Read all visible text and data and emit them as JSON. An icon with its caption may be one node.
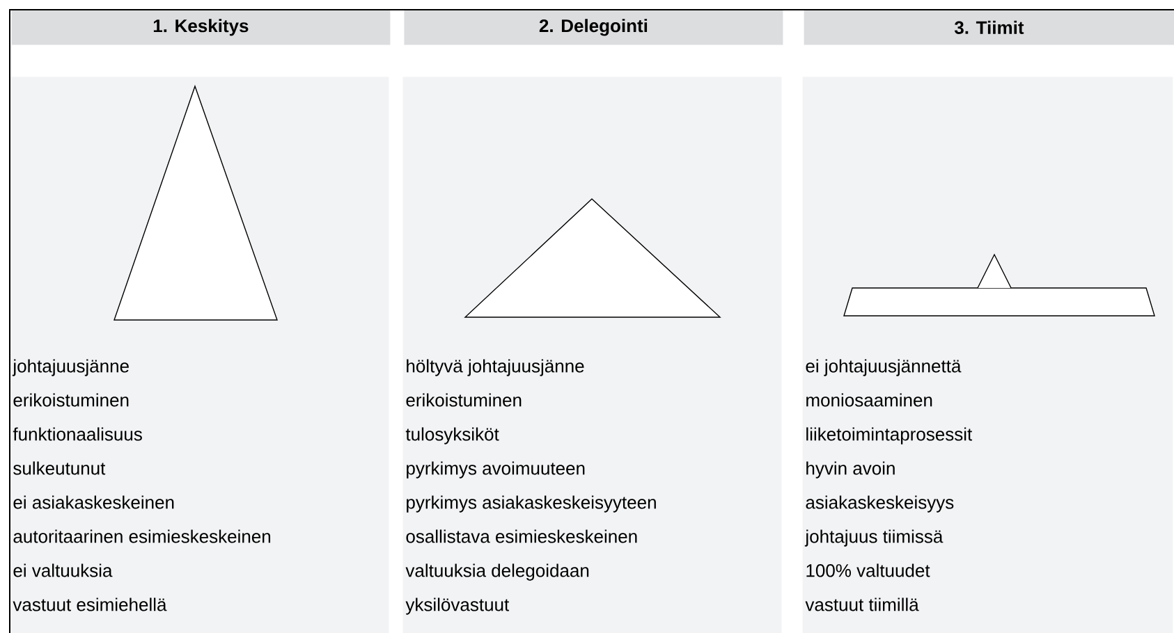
{
  "diagram": {
    "nodes": [
      {
        "text": [
          "1. Keskitys"
        ]
      },
      {
        "text": [
          "johtajuusjänne",
          "erikoistuminen",
          "funktionaalisuus",
          "sulkeutunut",
          "ei asiakaskeskeinen",
          "autoritaarinen esimieskeskeinen",
          "ei valtuuksia",
          "vastuut esimiehellä"
        ]
      },
      {
        "text": [
          "2. Delegointi"
        ]
      },
      {
        "text": [
          "höltyvä johtajuusjänne",
          "erikoistuminen",
          "tulosyksiköt",
          "pyrkimys avoimuuteen",
          "pyrkimys asiakaskeskeisyyteen",
          "osallistava esimieskeskeinen",
          "valtuuksia delegoidaan",
          "yksilövastuut"
        ]
      },
      {
        "text": [
          "3. Tiimit"
        ]
      },
      {
        "text": [
          "ei johtajuusjännettä",
          "moniosaaminen",
          "liiketoimintaprosessit",
          "hyvin avoin",
          "asiakaskeskeisyys",
          "johtajuus tiimissä",
          "100% valtuudet",
          "vastuut tiimillä"
        ]
      }
    ]
  }
}
